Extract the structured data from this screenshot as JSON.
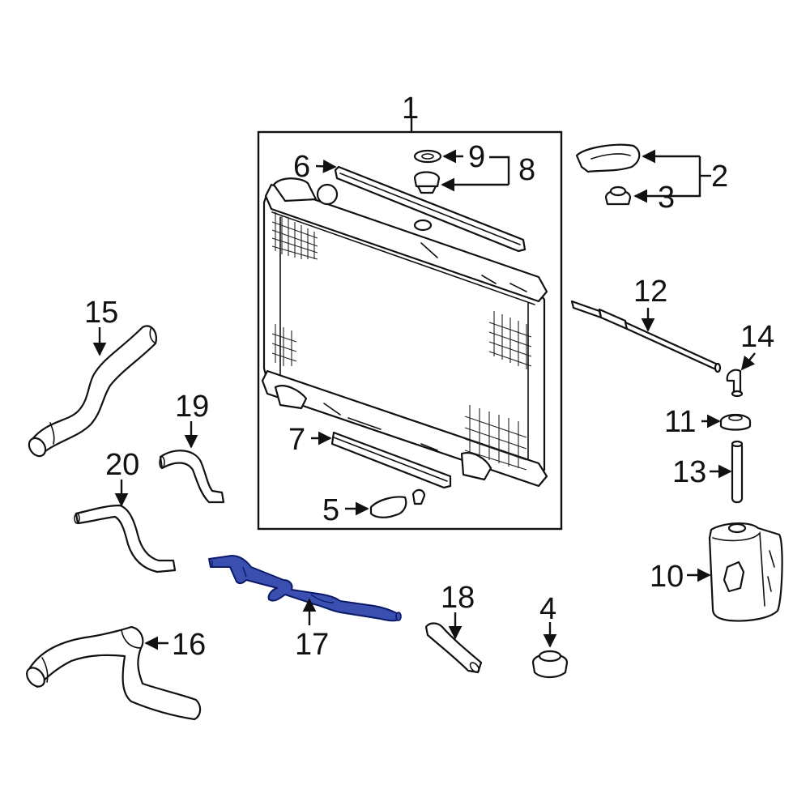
{
  "diagram": {
    "callouts": {
      "c1": "1",
      "c2": "2",
      "c3": "3",
      "c4": "4",
      "c5": "5",
      "c6": "6",
      "c7": "7",
      "c8": "8",
      "c9": "9",
      "c10": "10",
      "c11": "11",
      "c12": "12",
      "c13": "13",
      "c14": "14",
      "c15": "15",
      "c16": "16",
      "c17": "17",
      "c18": "18",
      "c19": "19",
      "c20": "20"
    },
    "colors": {
      "line": "#111111",
      "highlight_fill": "#3a4fb0",
      "highlight_stroke": "#0b1a66",
      "background": "#ffffff"
    }
  }
}
